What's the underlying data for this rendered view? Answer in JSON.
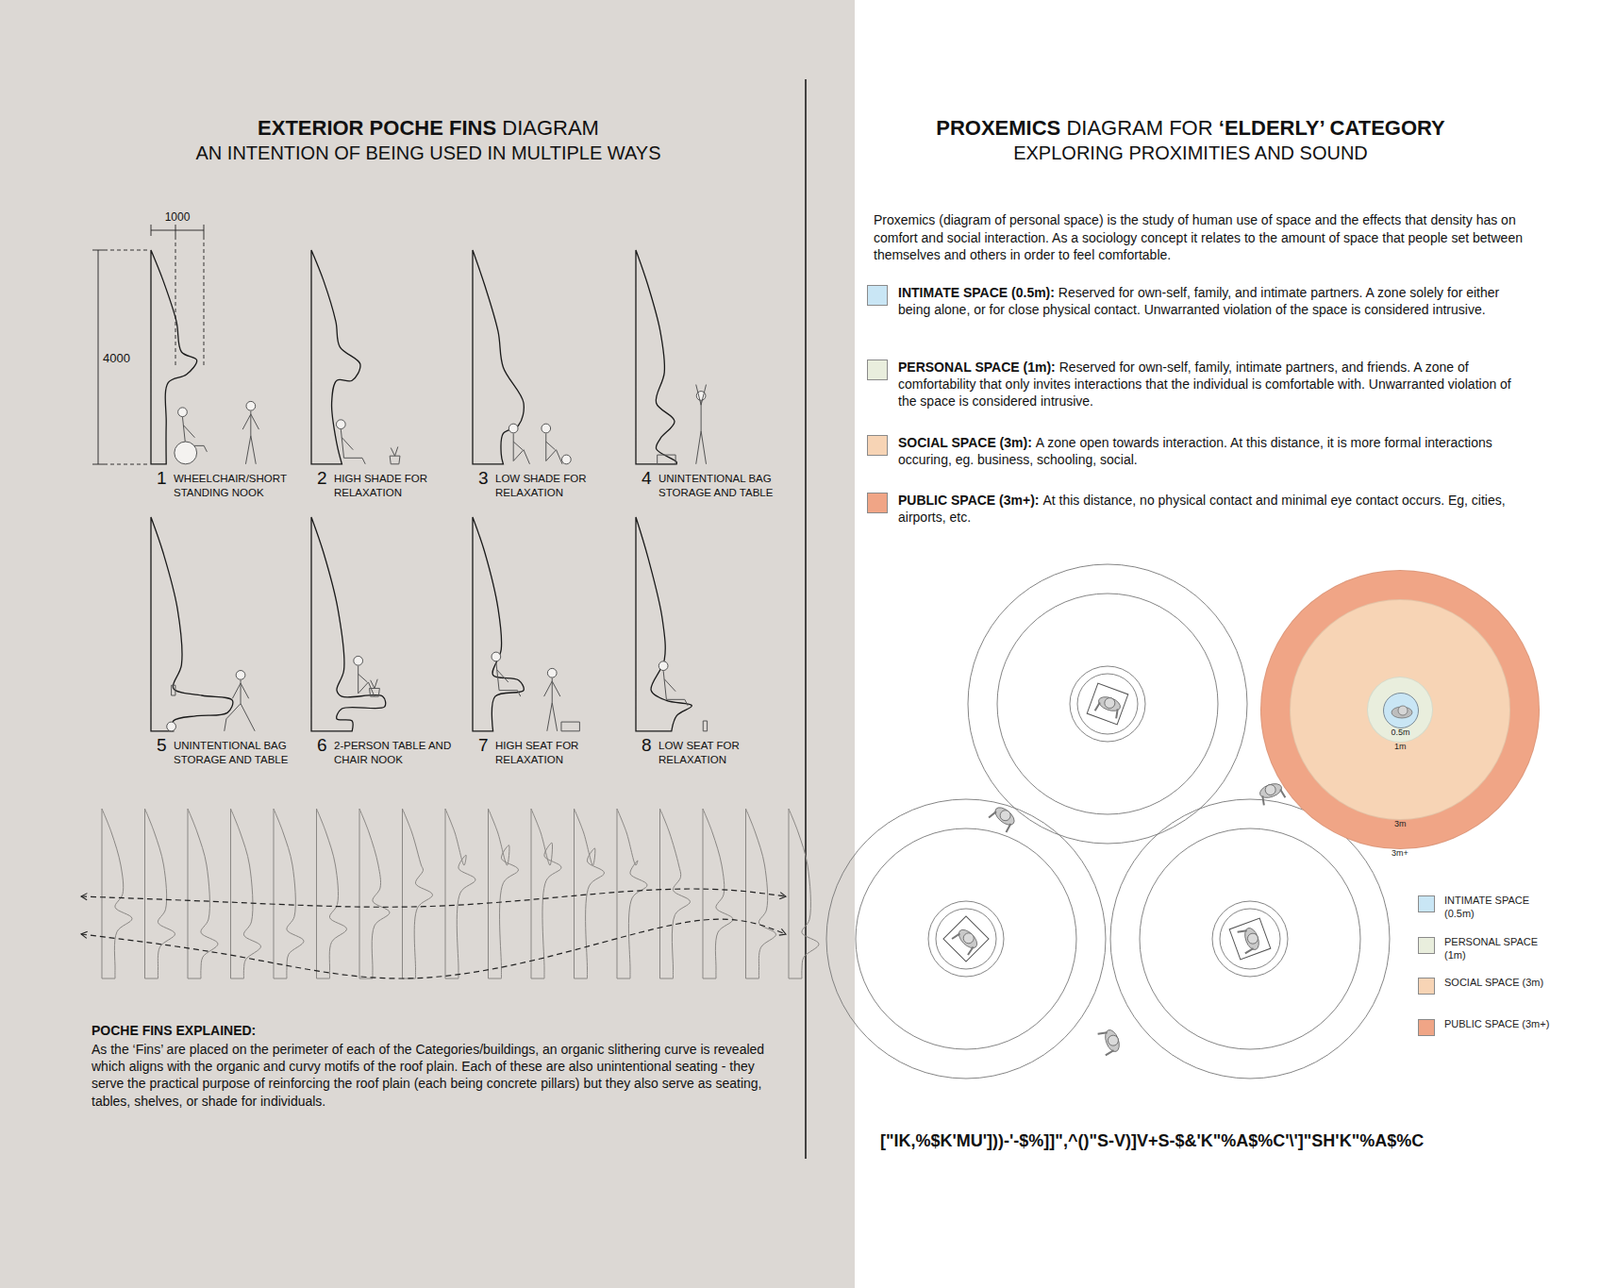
{
  "diagram": {
    "nodes": [
      {
        "text": [
          "3m+"
        ]
      },
      {
        "text": [
          "3m"
        ],
        "in": 0
      },
      {
        "text": [
          "1m"
        ],
        "in": 1
      },
      {
        "text": [
          "0.5m"
        ],
        "in": 2
      }
    ],
    "labels": [
      "EXTERIOR POCHE FINS",
      "DIAGRAM",
      "AN INTENTION OF BEING USED IN MULTIPLE WAYS",
      "1000",
      "4000",
      "1",
      "WHEELCHAIR/SHORT STANDING NOOK",
      "2",
      "HIGH SHADE FOR RELAXATION",
      "3",
      "LOW SHADE FOR RELAXATION",
      "4",
      "UNINTENTIONAL BAG STORAGE AND TABLE",
      "5",
      "UNINTENTIONAL BAG STORAGE AND TABLE",
      "6",
      "2-PERSON TABLE AND CHAIR NOOK",
      "7",
      "HIGH SEAT FOR RELAXATION",
      "8",
      "LOW SEAT FOR RELAXATION",
      "POCHE FINS EXPLAINED:",
      "As the ‘Fins’ are placed on the perimeter of each of the Categories/buildings, an organic slithering curve is revealed which aligns with the organic and curvy motifs of the roof plain. Each of these are also unintentional seating - they serve the practical purpose of reinforcing the roof plain (each being concrete pillars) but they also serve as seating, tables, shelves, or shade for individuals.",
      "PROXEMICS",
      "DIAGRAM FOR",
      "‘ELDERLY’ CATEGORY",
      "EXPLORING PROXIMITIES AND SOUND",
      "Proxemics (diagram of personal space) is the study of human use of space and the effects that density has on comfort and social interaction. As a sociology concept it relates to the amount of space that people set between themselves and others in order to feel comfortable.",
      "Reserved for own-self, family, and intimate partners. A zone solely for either being alone, or for close physical contact. Unwarranted violation of the space is considered intrusive.",
      "Reserved for own-self, family, intimate partners, and friends. A zone of comfortability that only invites interactions that the individual is comfortable with. Unwarranted violation of the space is considered intrusive.",
      "A zone open towards interaction. At this distance, it is more formal interactions occuring, eg. business, schooling, social.",
      "At this distance, no physical contact and minimal eye contact occurs. Eg, cities, airports, etc.",
      "[\"IK,%$K'MU']))-'-$%]]\",^()\"S-V)]V+S-$&'K\"%A$%C'\\']\"SH'K\"%A$%C"
    ],
    "legend": [
      {
        "text": "INTIMATE SPACE (0.5m):",
        "color": "#c9e6f5"
      },
      {
        "text": "PERSONAL SPACE (1m):",
        "color": "#e9eedd"
      },
      {
        "text": "SOCIAL SPACE (3m):",
        "color": "#f7d4b5"
      },
      {
        "text": "PUBLIC SPACE (3m+):",
        "color": "#f0a586"
      },
      {
        "text": "INTIMATE SPACE (0.5m)",
        "color": "#c9e6f5"
      },
      {
        "text": "PERSONAL SPACE (1m)",
        "color": "#e9eedd"
      },
      {
        "text": "SOCIAL SPACE (3m)",
        "color": "#f7d4b5"
      },
      {
        "text": "PUBLIC SPACE (3m+)",
        "color": "#f0a586"
      }
    ]
  }
}
